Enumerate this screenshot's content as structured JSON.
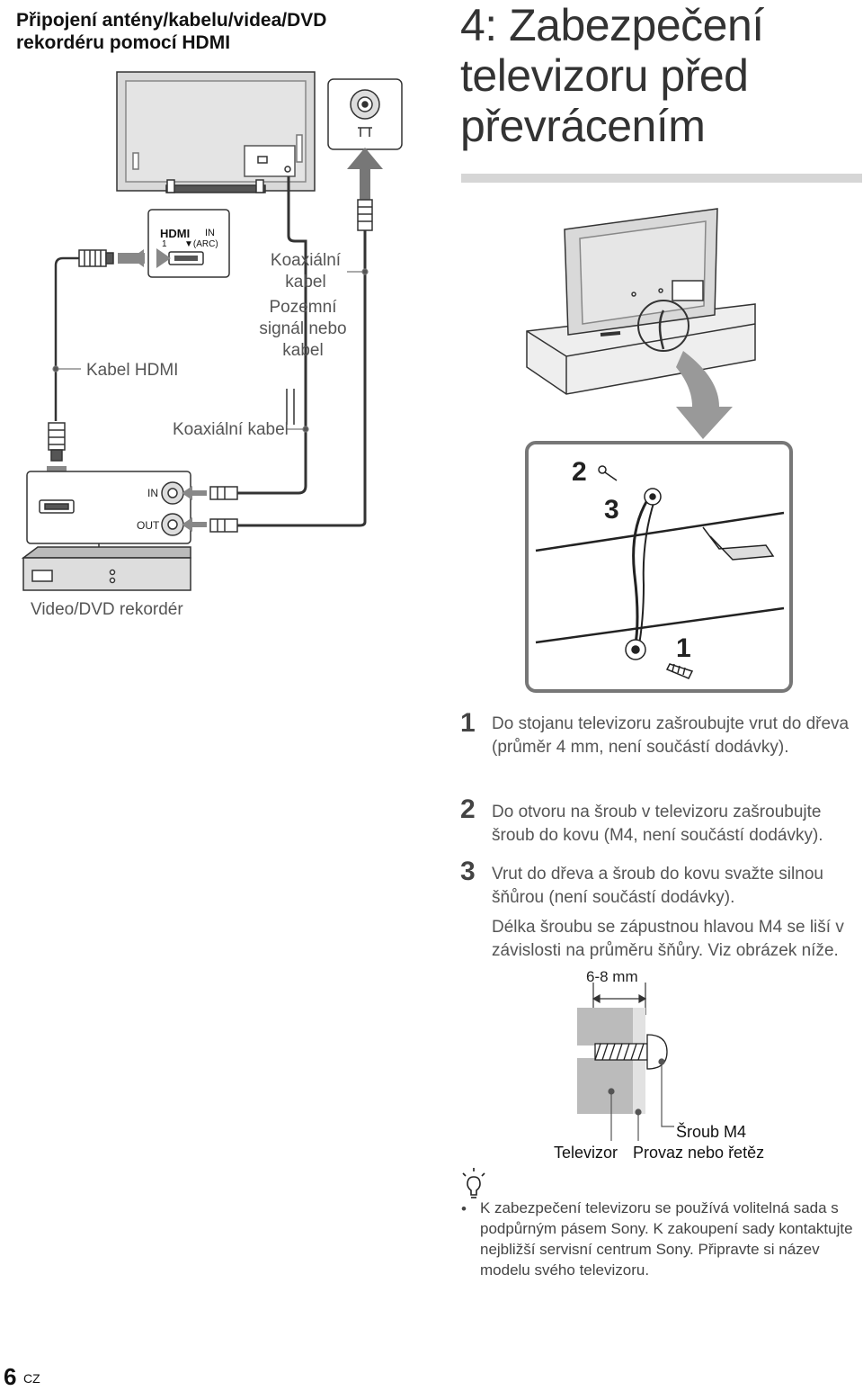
{
  "left_heading": "Připojení antény/kabelu/videa/DVD rekordéru pomocí HDMI",
  "right_heading": "4: Zabezpečení televizoru před převrácením",
  "hdmi_panel": {
    "logo": "HDMI",
    "in_label": "IN",
    "port_number": "1",
    "arc_label": "▼(ARC)"
  },
  "labels": {
    "coax_cable_top": "Koaxiální kabel",
    "terrestrial_signal": "Pozemní signál nebo kabel",
    "hdmi_cable": "Kabel HDMI",
    "coax_cable_mid": "Koaxiální kabel",
    "in_port": "IN",
    "out_port": "OUT",
    "recorder": "Video/DVD rekordér"
  },
  "illustration_numbers": {
    "n1": "1",
    "n2": "2",
    "n3": "3"
  },
  "steps": [
    {
      "num": "1",
      "text": "Do stojanu televizoru zašroubujte vrut do dřeva (průměr 4 mm, není součástí dodávky)."
    },
    {
      "num": "2",
      "text": "Do otvoru na šroub v televizoru zašroubujte šroub do kovu (M4, není součástí dodávky)."
    },
    {
      "num": "3",
      "text": "Vrut do dřeva a šroub do kovu svažte silnou šňůrou (není součástí dodávky)."
    }
  ],
  "step3_note": "Délka šroubu se zápustnou hlavou M4 se liší v závislosti na průměru šňůry. Viz obrázek níže.",
  "screw_diagram": {
    "dimension": "6-8 mm",
    "screw_label": "Šroub M4",
    "tv_label": "Televizor",
    "cord_label": "Provaz nebo řetěz"
  },
  "tip": {
    "icon": "lightbulb-tip-icon",
    "bullet": "•",
    "text": "K zabezpečení televizoru se používá volitelná sada s podpůrným pásem Sony. K zakoupení sady kontaktujte nejbližší servisní centrum Sony. Připravte si název modelu svého televizoru."
  },
  "footer": {
    "page": "6",
    "lang": "CZ"
  }
}
